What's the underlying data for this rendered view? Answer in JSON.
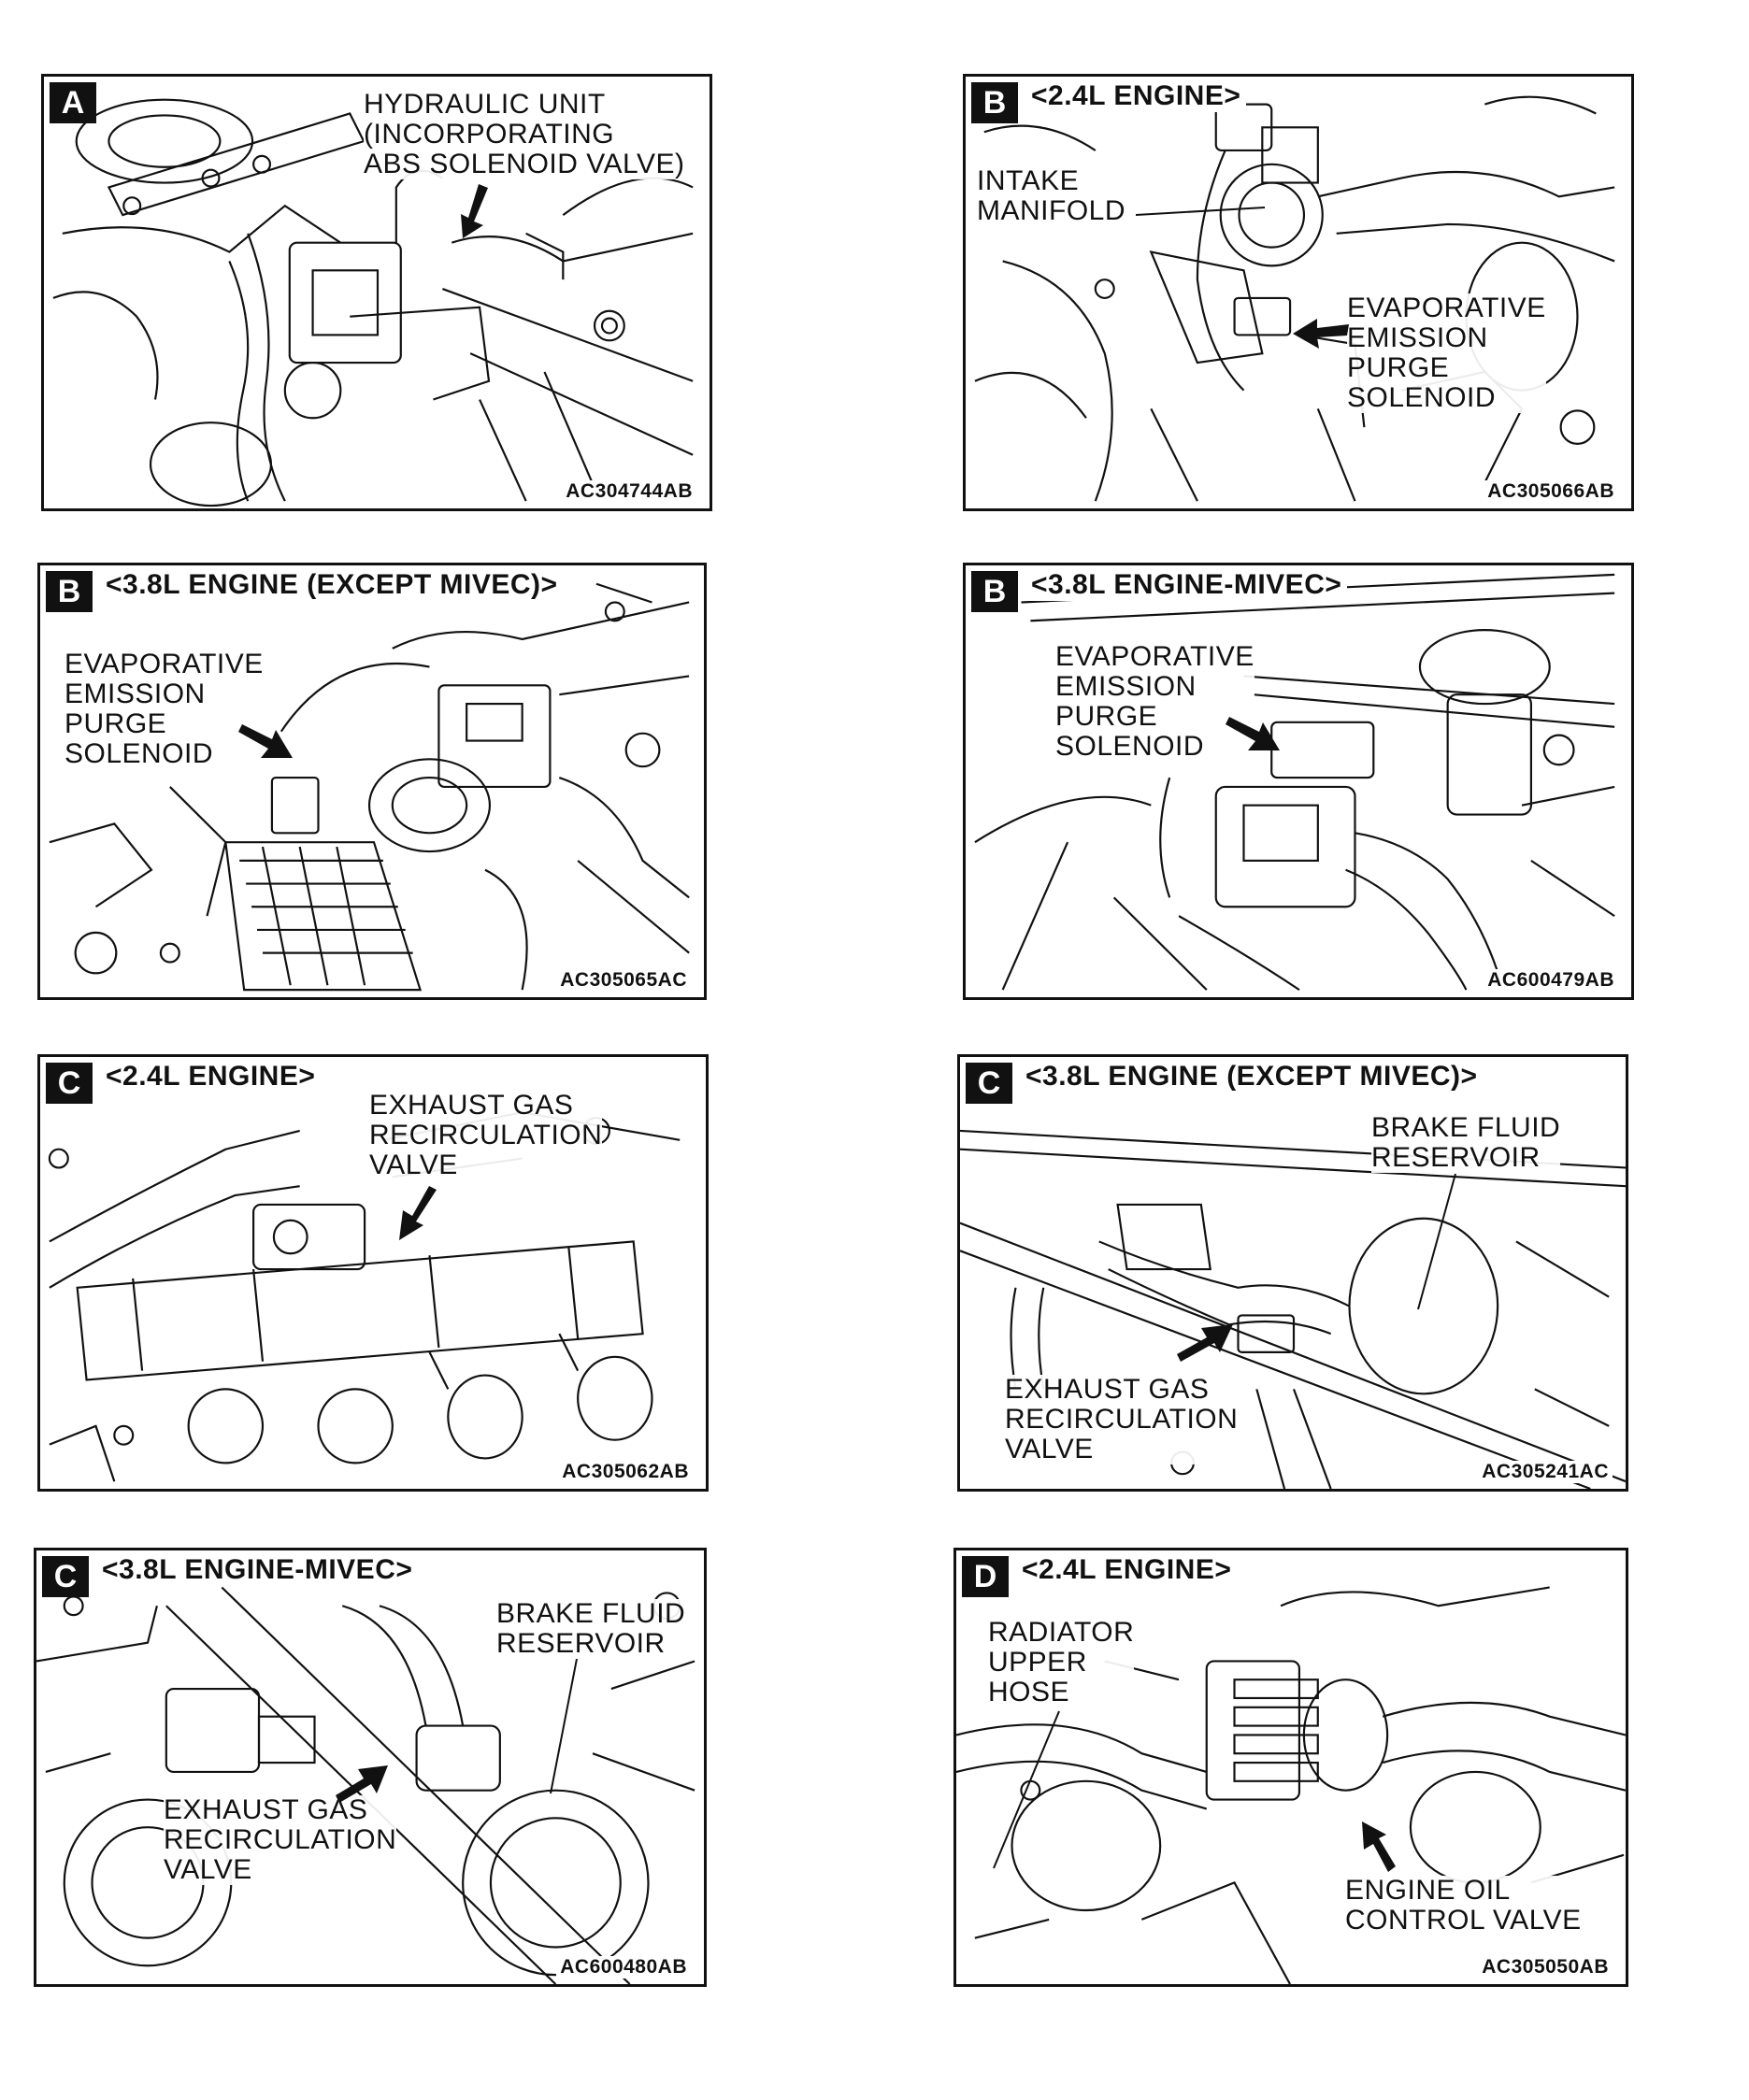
{
  "panels": [
    {
      "id": "p1",
      "letter": "A",
      "heading": "",
      "lines": [
        "HYDRAULIC UNIT",
        "(INCORPORATING",
        "ABS SOLENOID VALVE)"
      ],
      "code": "AC304744AB"
    },
    {
      "id": "p2",
      "letter": "B",
      "heading": "<2.4L ENGINE>",
      "lines": [
        "INTAKE",
        "MANIFOLD"
      ],
      "lines2": [
        "EVAPORATIVE",
        "EMISSION",
        "PURGE",
        "SOLENOID"
      ],
      "code": "AC305066AB"
    },
    {
      "id": "p3",
      "letter": "B",
      "heading": "<3.8L ENGINE (EXCEPT MIVEC)>",
      "lines": [
        "EVAPORATIVE",
        "EMISSION",
        "PURGE",
        "SOLENOID"
      ],
      "code": "AC305065AC"
    },
    {
      "id": "p4",
      "letter": "B",
      "heading": "<3.8L ENGINE-MIVEC>",
      "lines": [
        "EVAPORATIVE",
        "EMISSION",
        "PURGE",
        "SOLENOID"
      ],
      "code": "AC600479AB"
    },
    {
      "id": "p5",
      "letter": "C",
      "heading": "<2.4L ENGINE>",
      "lines": [
        "EXHAUST GAS",
        "RECIRCULATION",
        "VALVE"
      ],
      "code": "AC305062AB"
    },
    {
      "id": "p6",
      "letter": "C",
      "heading": "<3.8L ENGINE (EXCEPT MIVEC)>",
      "lines": [
        "BRAKE FLUID",
        "RESERVOIR"
      ],
      "lines2": [
        "EXHAUST GAS",
        "RECIRCULATION",
        "VALVE"
      ],
      "code": "AC305241AC"
    },
    {
      "id": "p7",
      "letter": "C",
      "heading": "<3.8L ENGINE-MIVEC>",
      "lines": [
        "BRAKE FLUID",
        "RESERVOIR"
      ],
      "lines2": [
        "EXHAUST GAS",
        "RECIRCULATION",
        "VALVE"
      ],
      "code": "AC600480AB"
    },
    {
      "id": "p8",
      "letter": "D",
      "heading": "<2.4L ENGINE>",
      "lines": [
        "RADIATOR",
        "UPPER",
        "HOSE"
      ],
      "lines2": [
        "ENGINE OIL",
        "CONTROL VALVE"
      ],
      "code": "AC305050AB"
    }
  ],
  "colors": {
    "ink": "#111111",
    "paper": "#ffffff"
  }
}
